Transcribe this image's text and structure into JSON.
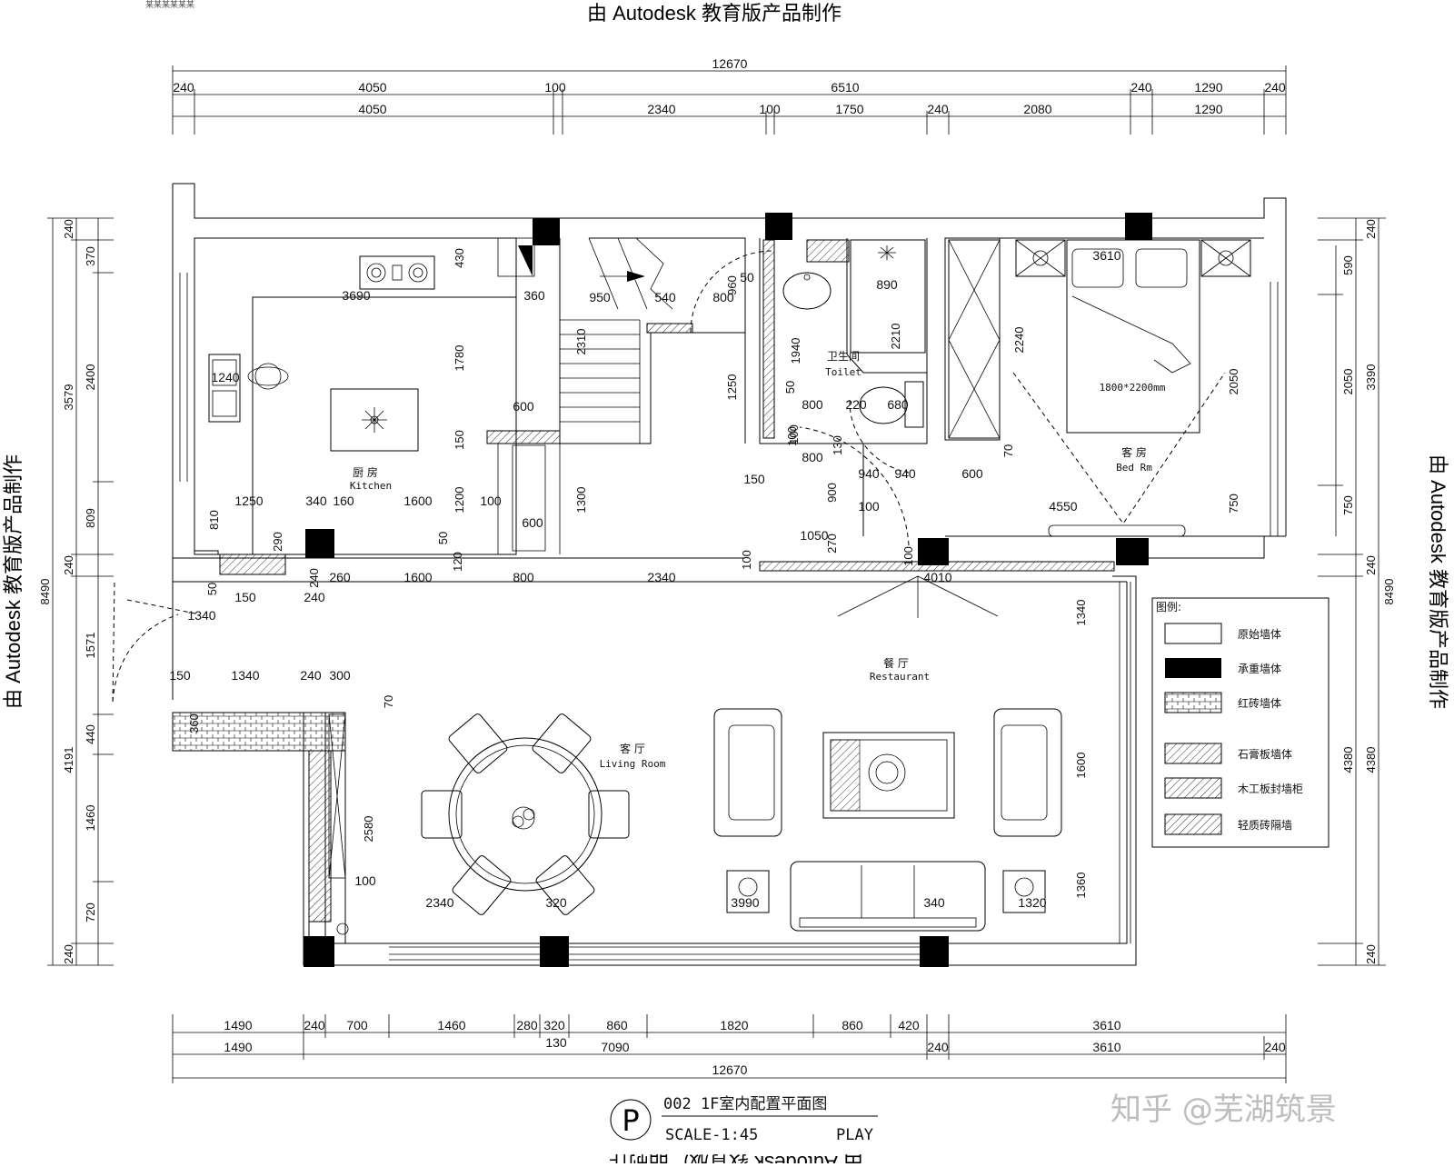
{
  "watermark": {
    "prefix": "由",
    "brand": "Autodesk",
    "suffix": "教育版产品制作",
    "top": "由 Autodesk 教育版产品制作",
    "left": "由 Autodesk 教育版产品制作",
    "right": "由 Autodesk 教育版产品制作",
    "bottom": "由 Autodesk 教育版产品制作"
  },
  "top_dims": {
    "total": "12670",
    "row1": [
      "240",
      "4050",
      "100",
      "6510",
      "240",
      "1290",
      "240"
    ],
    "row2": [
      "4050",
      "2340",
      "100",
      "1750",
      "240",
      "2080",
      "1290"
    ]
  },
  "bottom_dims": {
    "total": "12670",
    "row1": [
      "1490",
      "240",
      "700",
      "1460",
      "280",
      "320",
      "860",
      "1820",
      "860",
      "420",
      "3610"
    ],
    "row2": [
      "1490",
      "130",
      "7090",
      "240",
      "3610",
      "240"
    ]
  },
  "left_dims": {
    "total": "8490",
    "outer": [
      "240",
      "3579",
      "240",
      "4191",
      "240"
    ],
    "inner": [
      "370",
      "2400",
      "809",
      "1571",
      "440",
      "1460",
      "720"
    ]
  },
  "right_dims": {
    "total": "8490",
    "outer": [
      "240",
      "3390",
      "240",
      "4380",
      "240"
    ],
    "inner": [
      "590",
      "2050",
      "750"
    ]
  },
  "rooms": {
    "kitchen_cn": "厨 房",
    "kitchen_en": "Kitchen",
    "toilet_cn": "卫生间",
    "toilet_en": "Toilet",
    "bedroom_cn": "客 房",
    "bedroom_en": "Bed Rm",
    "restaurant_cn": "餐 厅",
    "restaurant_en": "Restaurant",
    "living_cn": "客 厅",
    "living_en": "Living Room",
    "bed_size": "1800*2200mm"
  },
  "inner_dims": [
    "3690",
    "360",
    "950",
    "540",
    "800",
    "960",
    "50",
    "890",
    "3610",
    "430",
    "1780",
    "600",
    "150",
    "1200",
    "1300",
    "1250",
    "340",
    "160",
    "1600",
    "100",
    "600",
    "290",
    "810",
    "2310",
    "1250",
    "1940",
    "50",
    "800",
    "220",
    "680",
    "2210",
    "2240",
    "2050",
    "70",
    "800",
    "130",
    "940",
    "600",
    "150",
    "900",
    "100",
    "4550",
    "750",
    "1050",
    "270",
    "100",
    "100",
    "100",
    "50",
    "120",
    "260",
    "1600",
    "800",
    "2340",
    "4010",
    "1340",
    "150",
    "1340",
    "240",
    "300",
    "70",
    "360",
    "1340",
    "1600",
    "2580",
    "1360",
    "100",
    "2340",
    "320",
    "3990",
    "340",
    "1320",
    "1240",
    "100",
    "240",
    "50",
    "150",
    "1340",
    "240"
  ],
  "legend": {
    "title": "图例:",
    "items": [
      "原始墙体",
      "承重墙体",
      "红砖墙体",
      "石膏板墙体",
      "木工板封墙柜",
      "轻质砖隔墙"
    ]
  },
  "credit": "知乎 @芜湖筑景",
  "title_block": {
    "symbol": "P",
    "line1": "002  1F室内配置平面图",
    "scale": "SCALE-1:45",
    "play": "PLAY"
  },
  "corner_note": "某某某某某某"
}
